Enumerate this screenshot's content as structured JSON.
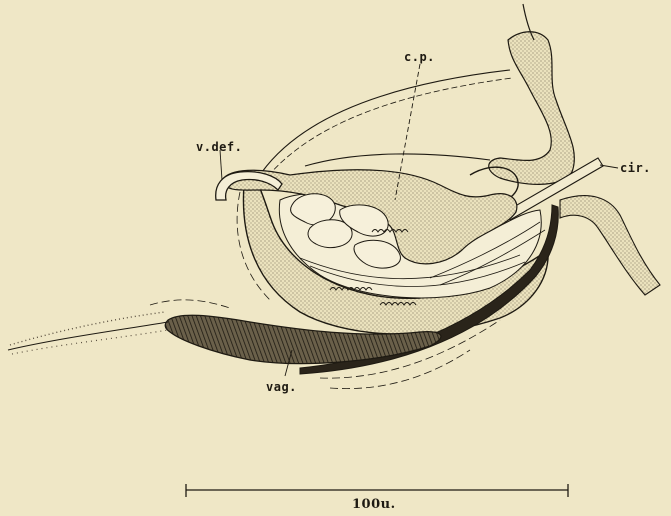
{
  "figure": {
    "labels": {
      "cp": "c.p.",
      "vdef": "v.def.",
      "cir": "cir.",
      "vag": "vag."
    },
    "scale_bar": {
      "label": "100u."
    }
  },
  "colors": {
    "paper": "#efe7c6",
    "ink": "#1e1a12",
    "stipple": "#5a5040"
  }
}
